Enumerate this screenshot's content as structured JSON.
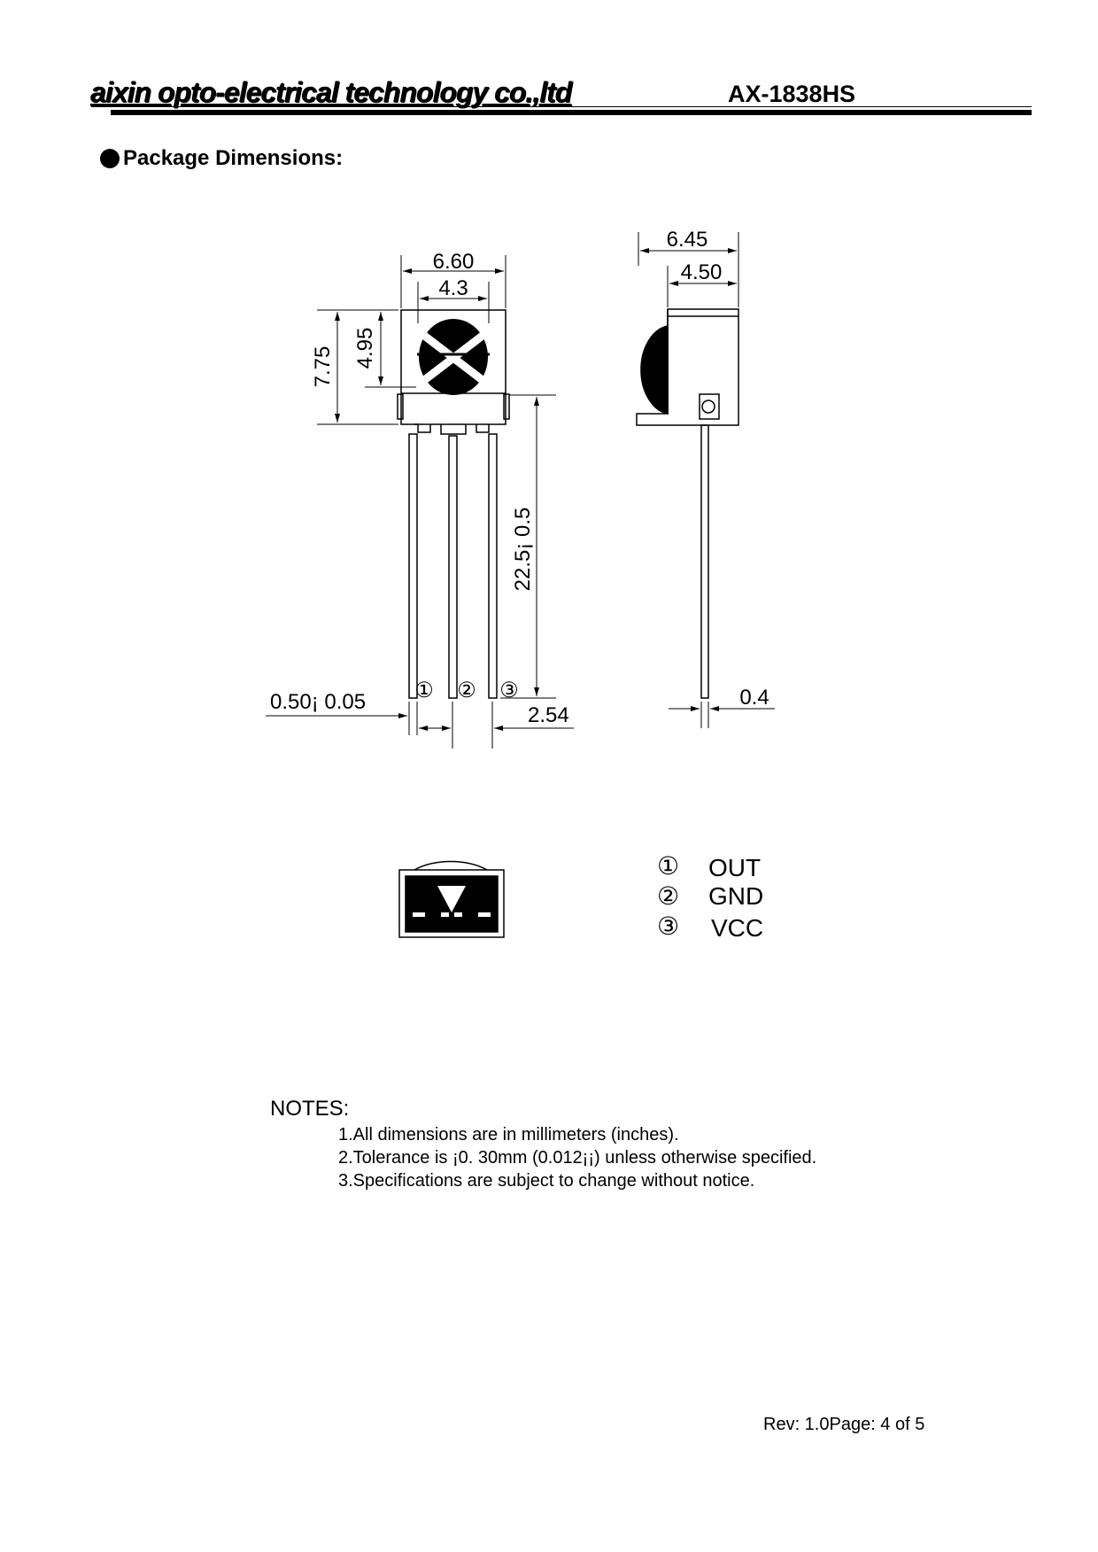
{
  "header": {
    "company": "aixin opto-electrical technology co.,ltd",
    "model": "AX-1838HS"
  },
  "section_title": "Package Dimensions:",
  "dimensions": {
    "width_total": "6.60",
    "lens_width": "4.3",
    "height_total": "7.75",
    "lens_height": "4.95",
    "lead_length": "22.5¡ 0.5",
    "lead_width": "0.50¡ 0.05",
    "pitch": "2.54",
    "side_depth": "6.45",
    "side_body": "4.50",
    "lead_thickness": "0.4"
  },
  "pins": [
    {
      "number": "①",
      "function": "OUT"
    },
    {
      "number": "②",
      "function": "GND"
    },
    {
      "number": "③",
      "function": "VCC"
    }
  ],
  "notes": {
    "title": "NOTES:",
    "items": [
      "1.All dimensions are in millimeters (inches).",
      "2.Tolerance is ¡0. 30mm (0.012¡¡) unless otherwise specified.",
      "3.Specifications are subject to change without notice."
    ]
  },
  "footer": "Rev: 1.0Page: 4 of 5"
}
